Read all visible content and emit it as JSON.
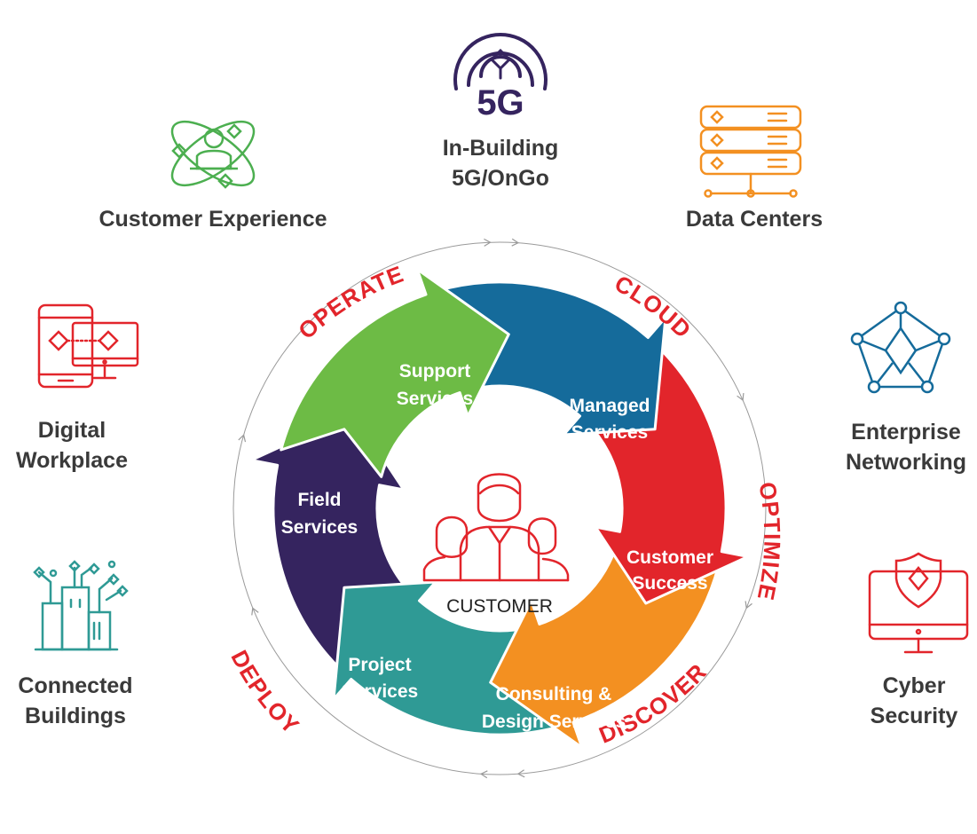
{
  "colors": {
    "support": "#6dbb45",
    "managed": "#156b9b",
    "success": "#e2252b",
    "consulting": "#f39021",
    "project": "#2f9a95",
    "field": "#35245f",
    "phase_text": "#e2252b",
    "label_text": "#3a3a3a",
    "ring": "#9a9a9a"
  },
  "center": {
    "label": "CUSTOMER",
    "icon": "customer-group-icon"
  },
  "cycle": {
    "segments": [
      {
        "key": "support",
        "line1": "Support",
        "line2": "Services"
      },
      {
        "key": "managed",
        "line1": "Managed",
        "line2": "Services"
      },
      {
        "key": "success",
        "line1": "Customer",
        "line2": "Success"
      },
      {
        "key": "consulting",
        "line1": "Consulting &",
        "line2": "Design Services"
      },
      {
        "key": "project",
        "line1": "Project",
        "line2": "Services"
      },
      {
        "key": "field",
        "line1": "Field",
        "line2": "Services"
      }
    ],
    "phases": [
      "OPERATE",
      "CLOUD",
      "OPTIMIZE",
      "DISCOVER",
      "DEPLOY"
    ]
  },
  "solutions": [
    {
      "key": "customer_experience",
      "label": "Customer Experience",
      "icon": "customer-experience-icon",
      "color": "#4caf50"
    },
    {
      "key": "in_building_5g",
      "label": "In-Building\n5G/OnGo",
      "icon": "5g-signal-icon",
      "icon_text": "5G",
      "color": "#35245f"
    },
    {
      "key": "data_centers",
      "label": "Data Centers",
      "icon": "server-rack-icon",
      "color": "#f39021"
    },
    {
      "key": "digital_workplace",
      "label": "Digital\nWorkplace",
      "icon": "devices-icon",
      "color": "#e2252b"
    },
    {
      "key": "enterprise_networking",
      "label": "Enterprise\nNetworking",
      "icon": "network-pentagon-icon",
      "color": "#156b9b"
    },
    {
      "key": "connected_buildings",
      "label": "Connected\nBuildings",
      "icon": "smart-building-icon",
      "color": "#2f9a95"
    },
    {
      "key": "cyber_security",
      "label": "Cyber\nSecurity",
      "icon": "shield-monitor-icon",
      "color": "#e2252b"
    }
  ]
}
